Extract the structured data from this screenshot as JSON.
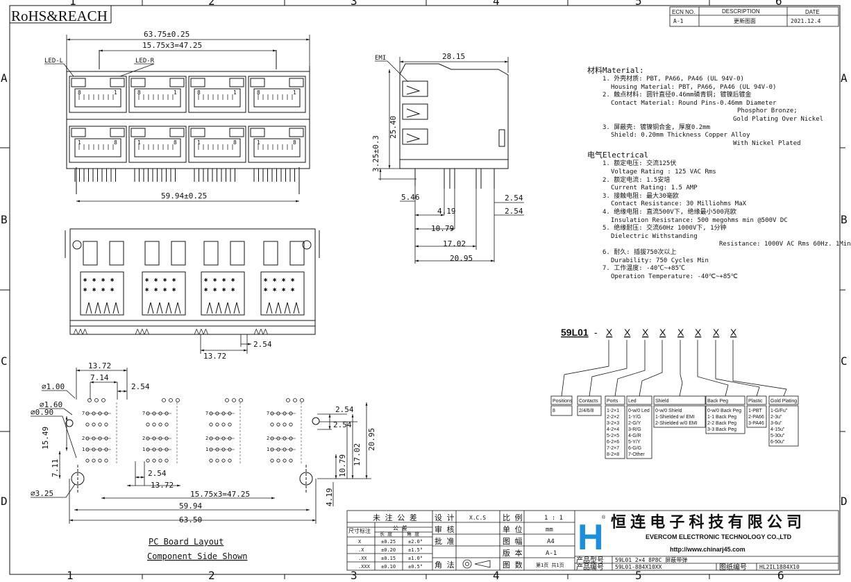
{
  "title_mark": "RoHS&REACH",
  "border": {
    "col_labels": [
      "1",
      "2",
      "3",
      "4",
      "5",
      "6"
    ],
    "row_labels": [
      "A",
      "B",
      "C",
      "D"
    ]
  },
  "revision": {
    "headers": [
      "ECN NO.",
      "DESCRIPTION",
      "DATE"
    ],
    "row": [
      "A-1",
      "更新图面",
      "2021.12.4"
    ]
  },
  "front_view": {
    "width_dim": "63.75±0.25",
    "pitch_dim": "15.75x3=47.25",
    "led_l": "LED-L",
    "led_r": "LED-R",
    "bottom_dim": "59.94±0.25",
    "pin_top": [
      "8",
      "1",
      "8",
      "1",
      "8",
      "1",
      "8",
      "1"
    ],
    "pin_bottom": [
      "1",
      "8",
      "1",
      "8",
      "1",
      "8",
      "1",
      "8"
    ]
  },
  "side_view": {
    "emi": "EMI",
    "depth": "28.15",
    "height": "25.40",
    "offset": "3.25±0.3",
    "d1": "5.46",
    "d2": "4.19",
    "d3": "10.79",
    "d4": "17.02",
    "d5": "20.95",
    "d6": "2.54",
    "d7": "2.54"
  },
  "bottom_view": {
    "d1": "13.72",
    "d2": "2.54"
  },
  "pcb_layout": {
    "d_13_72": "13.72",
    "d_7_14": "7.14",
    "d_2_54a": "2.54",
    "phi_100": "⌀1.00",
    "phi_160": "⌀1.60",
    "phi_090": "⌀0.90",
    "phi_325": "⌀3.25",
    "d_2_54b": "2.54",
    "d_2_54c": "2.54",
    "d_15_49": "15.49",
    "d_7_11": "7.11",
    "d_10_79": "10.79",
    "d_17_02": "17.02",
    "d_20_95": "20.95",
    "d_2_54d": "2.54",
    "d_13_72b": "13.72",
    "d_47_25": "15.75x3=47.25",
    "d_59_94": "59.94",
    "d_63_50": "63.50",
    "d_4_19": "4.19",
    "caption1": "PC Board Layout",
    "caption2": "Component Side Shown"
  },
  "spec": {
    "lines": [
      "材料Material:",
      "1. 外壳材质: PBT, PA66, PA46 (UL 94V-0)",
      "Housing Material: PBT, PA66, PA46 (UL 94V-0)",
      "2. 触点材料: 圆针直径0.46mm磷青铜; 镀镍后镀金",
      "Contact Material: Round Pins-0.46mm Diameter",
      "Phosphor Bronze;",
      "Gold Plating Over Nickel",
      "3. 屏蔽壳: 镀镍铜合金, 厚度0.2mm",
      "Shield: 0.20mm Thickness Copper Alloy",
      "With Nickel Plated",
      "电气Electrical",
      "1. 额定电压: 交流125伏",
      "Voltage Rating : 125 VAC Rms",
      "2. 额定电流: 1.5安培",
      "Current Rating: 1.5 AMP",
      "3. 接触电阻: 最大30毫欧",
      "Contact Resistance: 30 Milliohms MaX",
      "4. 绝缘电阻: 直流500V下, 绝缘最小500兆欧",
      "Insulation Resistance: 500 megohms min @500V DC",
      "5. 绝缘耐压: 交流60Hz 1000V下, 1分钟",
      "Dielectric Withstanding",
      "Resistance: 1000V AC Rms 60Hz. 1Min",
      "6. 耐久: 插拔750次以上",
      "Durability: 750 Cycles Min",
      "7. 工作温度: -40℃~+85℃",
      "Operation Temperature: -40℃~+85℃"
    ]
  },
  "part_code": {
    "prefix": "59L01",
    "dash": "-",
    "slots": [
      "X",
      "X",
      "X",
      "X",
      "X",
      "X",
      "X",
      "X"
    ],
    "boxes": [
      {
        "title": "Positions",
        "items": [
          "8"
        ]
      },
      {
        "title": "Contacts",
        "items": [
          "2/4/6/8"
        ]
      },
      {
        "title": "Ports",
        "items": [
          "1-2×1",
          "2-2×2",
          "3-2×3",
          "4-2×4",
          "5-2×5",
          "6-2×6",
          "7-2×7",
          "8-2×8"
        ]
      },
      {
        "title": "Led",
        "items": [
          "0-w/0 Led",
          "1-Y/G",
          "2-G/Y",
          "3-R/G",
          "4-G/R",
          "5-Y/Y",
          "6-G/G",
          "7-Other"
        ]
      },
      {
        "title": "Shield",
        "items": [
          "0-w/0 Shield",
          "1-Shielded w/ EMI",
          "2-Shielded w/0 EMI"
        ]
      },
      {
        "title": "Back Peg",
        "items": [
          "0-w/0 Back Peg",
          "1-1 Back Peg",
          "2-2 Back Peg",
          "3-3 Back Peg"
        ]
      },
      {
        "title": "Plastic",
        "items": [
          "1-PBT",
          "2-PA66",
          "3-PA46"
        ]
      },
      {
        "title": "Gold Plating",
        "items": [
          "1-G/Fu\"",
          "2-3u\"",
          "3-6u\"",
          "4-15u\"",
          "5-30u\"",
          "6-50u\""
        ]
      }
    ]
  },
  "tolerance": {
    "header": "未 注 公 差",
    "label": "尺寸标注",
    "sub_header": "公 差",
    "col1": "长 度",
    "col2": "角 度",
    "rows": [
      [
        "X",
        "±0.25",
        "±2.0°"
      ],
      [
        ".X",
        "±0.20",
        "±1.5°"
      ],
      [
        ".XX",
        "±0.15",
        "±1.0°"
      ],
      [
        ".XXX",
        "±0.10",
        "±0.5°"
      ]
    ]
  },
  "approvals": {
    "design": "设 计",
    "design_val": "X.C.S",
    "review": "审 核",
    "approve": "批 准",
    "projection": "角 法"
  },
  "info": {
    "scale_l": "比 例",
    "scale_v": "1 : 1",
    "unit_l": "单 位",
    "unit_v": "mm",
    "size_l": "图 幅",
    "size_v": "A4",
    "ver_l": "版 本",
    "ver_v": "A-1",
    "pages_l": "图 数",
    "pages_v": "第1页 共1页"
  },
  "company": {
    "logo": "H",
    "cn_name": "恒 连 电 子 科 技 有 限 公 司",
    "en_name": "EVERCOM ELECTRONIC TECHNOLOGY CO.,LTD",
    "url": "http://www.chinarj45.com"
  },
  "product": {
    "model_l": "产品型号",
    "model_v": "59L01 2×4 8P8C 屏蔽带弹",
    "code_l": "产品编号",
    "code_v": "59L01-884X10XX",
    "dwg_l": "图纸编号",
    "dwg_v": "HL2IL1884X10"
  },
  "colors": {
    "line": "#111111",
    "paper": "#ffffff"
  }
}
